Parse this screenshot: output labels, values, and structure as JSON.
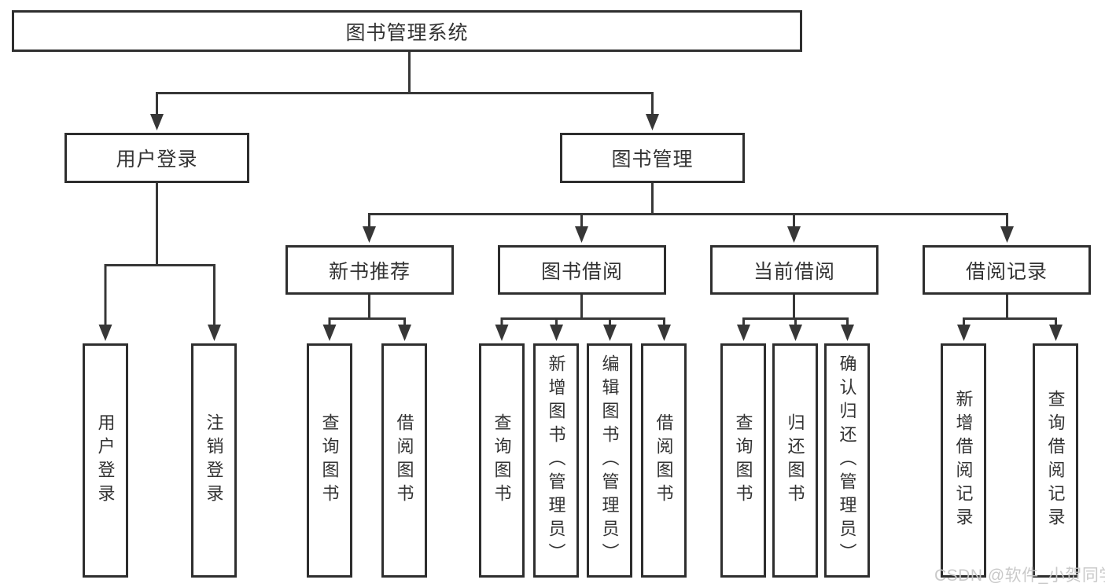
{
  "colors": {
    "background": "#ffffff",
    "line": "#373737",
    "box_border": "#2e2e2e",
    "text": "#333333",
    "watermark": "#c6c6c6"
  },
  "tree": {
    "root": {
      "label": "图书管理系统",
      "children": [
        {
          "label": "用户登录",
          "children": [
            {
              "label": "用户登录"
            },
            {
              "label": "注销登录"
            }
          ]
        },
        {
          "label": "图书管理",
          "children": [
            {
              "label": "新书推荐",
              "children": [
                {
                  "label": "查询图书"
                },
                {
                  "label": "借阅图书"
                }
              ]
            },
            {
              "label": "图书借阅",
              "children": [
                {
                  "label": "查询图书"
                },
                {
                  "label": "新增图书（管理员）"
                },
                {
                  "label": "编辑图书（管理员）"
                },
                {
                  "label": "借阅图书"
                }
              ]
            },
            {
              "label": "当前借阅",
              "children": [
                {
                  "label": "查询图书"
                },
                {
                  "label": "归还图书"
                },
                {
                  "label": "确认归还（管理员）"
                }
              ]
            },
            {
              "label": "借阅记录",
              "children": [
                {
                  "label": "新增借阅记录"
                },
                {
                  "label": "查询借阅记录"
                }
              ]
            }
          ]
        }
      ]
    }
  },
  "watermark": {
    "text": "CSDN @软件_小贺同学"
  }
}
